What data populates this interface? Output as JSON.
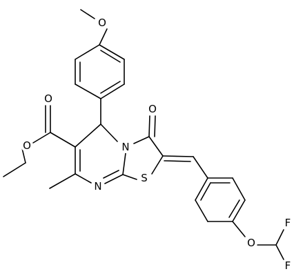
{
  "structure": {
    "atom_labels": {
      "o_methoxy": "O",
      "o_ketone": "O",
      "o_ester_carbonyl": "O",
      "o_ester": "O",
      "n_ring": "N",
      "n_imine": "N",
      "s_ring": "S",
      "o_difluoromethoxy": "O",
      "f_top": "F",
      "f_bottom": "F"
    }
  }
}
